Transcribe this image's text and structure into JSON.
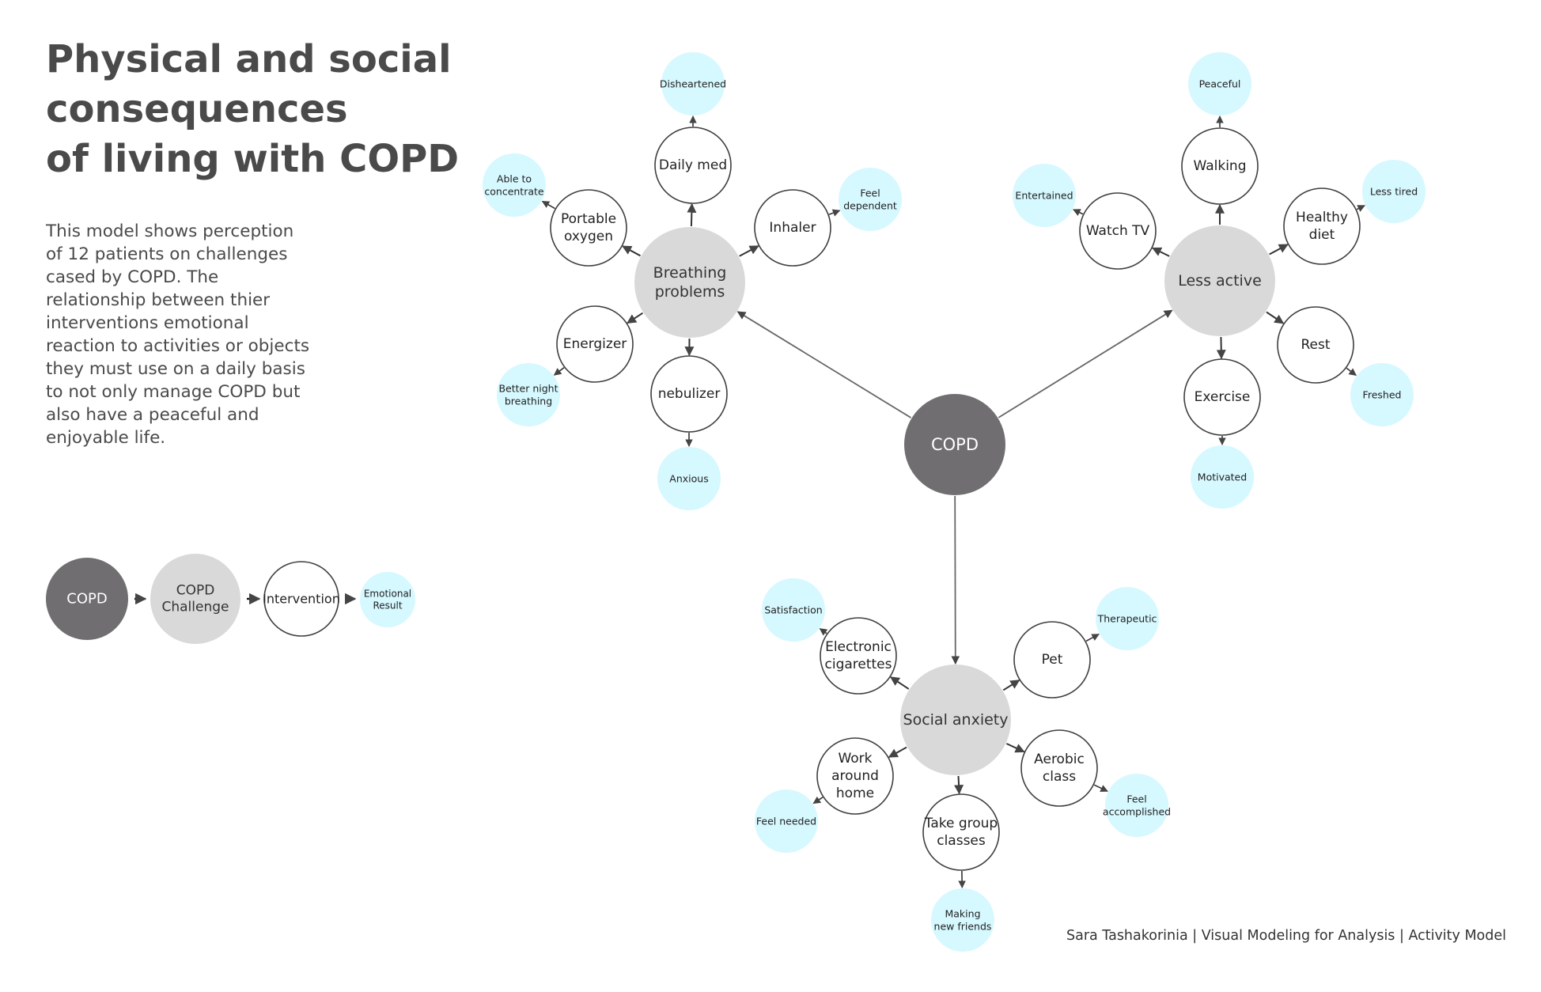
{
  "title_lines": [
    "Physical and social",
    "consequences",
    "of living with COPD"
  ],
  "description_lines": [
    "This model shows perception",
    "of 12 patients on challenges",
    "cased by COPD. The",
    "relationship between thier",
    "interventions emotional",
    "reaction to activities or objects",
    "they must use on a daily basis",
    "to not only manage COPD but",
    "also have a peaceful and",
    "enjoyable life."
  ],
  "credit": "Sara Tashakorinia | Visual Modeling for Analysis | Activity Model",
  "colors": {
    "copd": "#706e70",
    "challenge": "#d9d9d9",
    "intervention_fill": "#ffffff",
    "intervention_stroke": "#3f3f3f",
    "emotion": "#d6f8ff",
    "arrow": "#555555"
  },
  "legend": [
    {
      "kind": "copd",
      "label": [
        "COPD"
      ]
    },
    {
      "kind": "challenge",
      "label": [
        "COPD",
        "Challenge"
      ]
    },
    {
      "kind": "intervention",
      "label": [
        "Intervention"
      ]
    },
    {
      "kind": "emotion",
      "label": [
        "Emotional",
        "Result"
      ]
    }
  ],
  "center": {
    "label": [
      "COPD"
    ]
  },
  "challenges": [
    {
      "id": "breathing",
      "label": [
        "Breathing",
        "problems"
      ],
      "interventions": [
        {
          "label": [
            "Daily med"
          ],
          "emotion": [
            "Disheartened"
          ]
        },
        {
          "label": [
            "Inhaler"
          ],
          "emotion": [
            "Feel",
            "dependent"
          ]
        },
        {
          "label": [
            "Portable",
            "oxygen"
          ],
          "emotion": [
            "Able to",
            "concentrate"
          ]
        },
        {
          "label": [
            "Energizer"
          ],
          "emotion": [
            "Better night",
            "breathing"
          ]
        },
        {
          "label": [
            "nebulizer"
          ],
          "emotion": [
            "Anxious"
          ]
        }
      ]
    },
    {
      "id": "less-active",
      "label": [
        "Less active"
      ],
      "interventions": [
        {
          "label": [
            "Walking"
          ],
          "emotion": [
            "Peaceful"
          ]
        },
        {
          "label": [
            "Watch TV"
          ],
          "emotion": [
            "Entertained"
          ]
        },
        {
          "label": [
            "Healthy",
            "diet"
          ],
          "emotion": [
            "Less tired"
          ]
        },
        {
          "label": [
            "Rest"
          ],
          "emotion": [
            "Freshed"
          ]
        },
        {
          "label": [
            "Exercise"
          ],
          "emotion": [
            "Motivated"
          ]
        }
      ]
    },
    {
      "id": "social-anxiety",
      "label": [
        "Social anxiety"
      ],
      "interventions": [
        {
          "label": [
            "Electronic",
            "cigarettes"
          ],
          "emotion": [
            "Satisfaction"
          ]
        },
        {
          "label": [
            "Pet"
          ],
          "emotion": [
            "Therapeutic"
          ]
        },
        {
          "label": [
            "Work",
            "around",
            "home"
          ],
          "emotion": [
            "Feel needed"
          ]
        },
        {
          "label": [
            "Aerobic",
            "class"
          ],
          "emotion": [
            "Feel",
            "accomplished"
          ]
        },
        {
          "label": [
            "Take group",
            "classes"
          ],
          "emotion": [
            "Making",
            "new friends"
          ]
        }
      ]
    }
  ]
}
